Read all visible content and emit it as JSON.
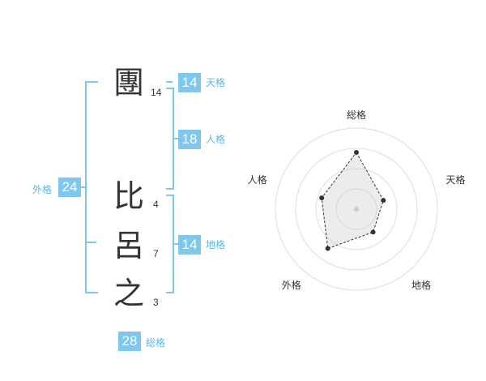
{
  "chars": [
    {
      "char": "團",
      "strokes": "14"
    },
    {
      "char": "比",
      "strokes": "4"
    },
    {
      "char": "呂",
      "strokes": "7"
    },
    {
      "char": "之",
      "strokes": "3"
    }
  ],
  "fortunes": {
    "tenkaku": {
      "value": "14",
      "label": "天格"
    },
    "jinkaku": {
      "value": "18",
      "label": "人格"
    },
    "chikaku": {
      "value": "14",
      "label": "地格"
    },
    "gaikaku": {
      "value": "24",
      "label": "外格"
    },
    "soukaku": {
      "value": "28",
      "label": "総格"
    }
  },
  "colors": {
    "accent": "#7ec8f0",
    "label": "#5bb6e8",
    "text": "#333333"
  },
  "chart_data": {
    "type": "radar",
    "axes": [
      "総格",
      "天格",
      "地格",
      "外格",
      "人格"
    ],
    "values": [
      28,
      14,
      14,
      24,
      18
    ],
    "grid": true,
    "rings": 4
  }
}
